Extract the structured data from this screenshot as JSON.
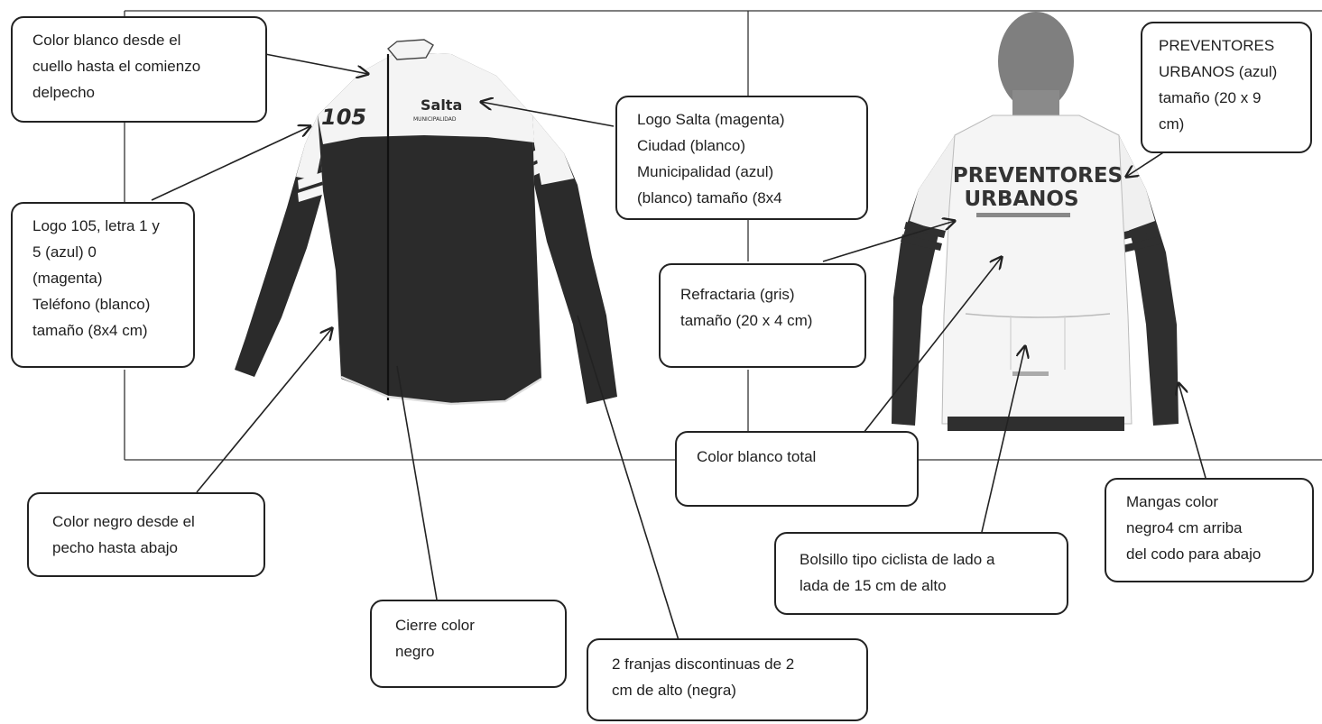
{
  "callouts": {
    "collar": {
      "lines": [
        "Color blanco desde el",
        "cuello hasta el comienzo",
        "delpecho"
      ]
    },
    "logo105": {
      "lines": [
        "Logo 105, letra 1 y",
        "5 (azul) 0",
        "(magenta)",
        "Teléfono (blanco)",
        "tamaño (8x4 cm)"
      ]
    },
    "logo_salta": {
      "lines": [
        "Logo Salta (magenta)",
        "Ciudad (blanco)",
        "Municipalidad (azul)",
        "(blanco) tamaño (8x4"
      ]
    },
    "preventores": {
      "lines": [
        "PREVENTORES",
        "URBANOS (azul)",
        "tamaño (20 x 9",
        "cm)"
      ]
    },
    "refractaria": {
      "lines": [
        "Refractaria (gris)",
        "tamaño (20 x 4 cm)"
      ]
    },
    "blanco_total": {
      "lines": [
        "Color blanco total"
      ]
    },
    "negro_pecho": {
      "lines": [
        "Color negro desde el",
        "pecho hasta abajo"
      ]
    },
    "mangas": {
      "lines": [
        "Mangas color",
        "negro4 cm arriba",
        "del codo para abajo"
      ]
    },
    "bolsillo": {
      "lines": [
        "Bolsillo tipo ciclista de  lado a",
        "lada de 15 cm de alto"
      ]
    },
    "cierre": {
      "lines": [
        "Cierre color",
        "negro"
      ]
    },
    "franjas": {
      "lines": [
        "2 franjas discontinuas de 2",
        "cm de alto (negra)"
      ]
    }
  },
  "jersey_front": {
    "badge_text": "105",
    "logo_text": "Salta",
    "logo_sub": "MUNICIPALIDAD"
  },
  "jersey_back": {
    "line1": "PREVENTORES",
    "line2": "URBANOS"
  },
  "colors": {
    "ink": "#1f1f1f",
    "jersey_dark": "#2b2b2b",
    "jersey_light": "#f4f4f4",
    "skin": "#8a8a8a"
  }
}
